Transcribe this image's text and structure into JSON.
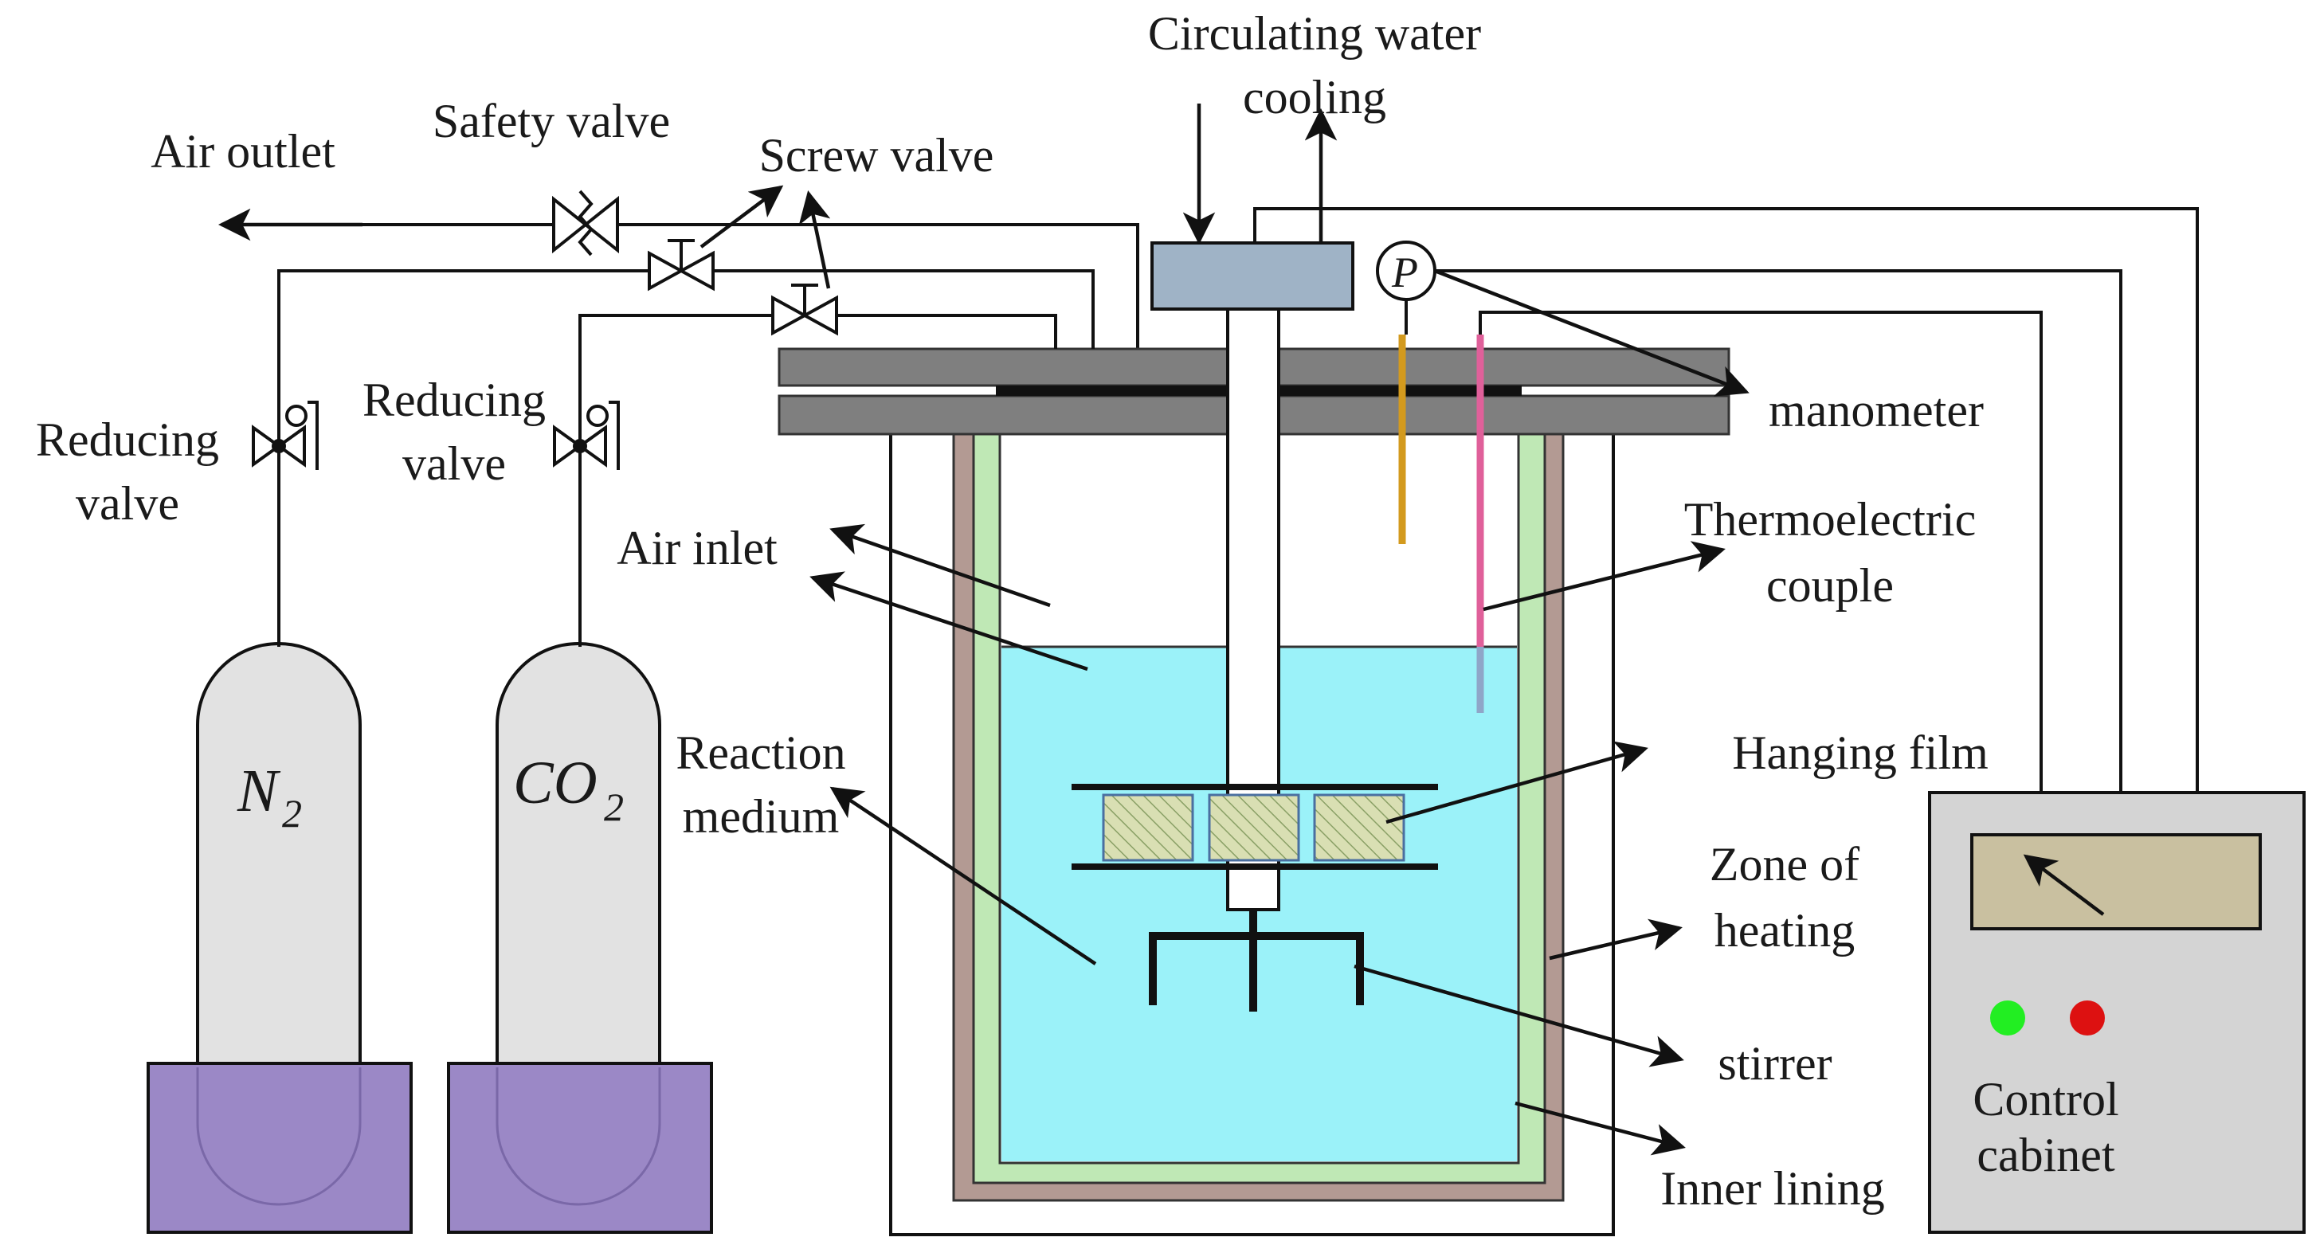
{
  "labels": {
    "circulating_water": "Circulating water",
    "cooling": "cooling",
    "safety_valve": "Safety valve",
    "air_outlet": "Air outlet",
    "screw_valve": "Screw valve",
    "reducing_1a": "Reducing",
    "reducing_1b": "valve",
    "reducing_2a": "Reducing",
    "reducing_2b": "valve",
    "manometer": "manometer",
    "air_inlet": "Air inlet",
    "thermo_a": "Thermoelectric",
    "thermo_b": "couple",
    "reaction_a": "Reaction",
    "reaction_b": "medium",
    "hanging_film": "Hanging film",
    "zone_a": "Zone of",
    "zone_b": "heating",
    "stirrer": "stirrer",
    "inner_lining": "Inner lining",
    "control_a": "Control",
    "control_b": "cabinet",
    "gauge_letter": "P",
    "n2_main": "N",
    "n2_sub": "2",
    "co2_main": "CO",
    "co2_sub": "2"
  },
  "colors": {
    "cylinder_body": "#e2e2e2",
    "cylinder_base": "#9b88c6",
    "cooling_jacket": "#9fb3c6",
    "flange": "#7f7f7f",
    "medium": "#9bf2f9",
    "inner_lining": "#bfe8b5",
    "heating_zone": "#b39a93",
    "film": "#d9dfb3",
    "film_hatch": "#8aa066",
    "cabinet": "#d4d4d4",
    "cabinet_display": "#c9c0a0",
    "led_green": "#22ee22",
    "led_red": "#dd1111",
    "thermo_orange": "#d39a1e",
    "thermo_pink": "#e0609a"
  }
}
